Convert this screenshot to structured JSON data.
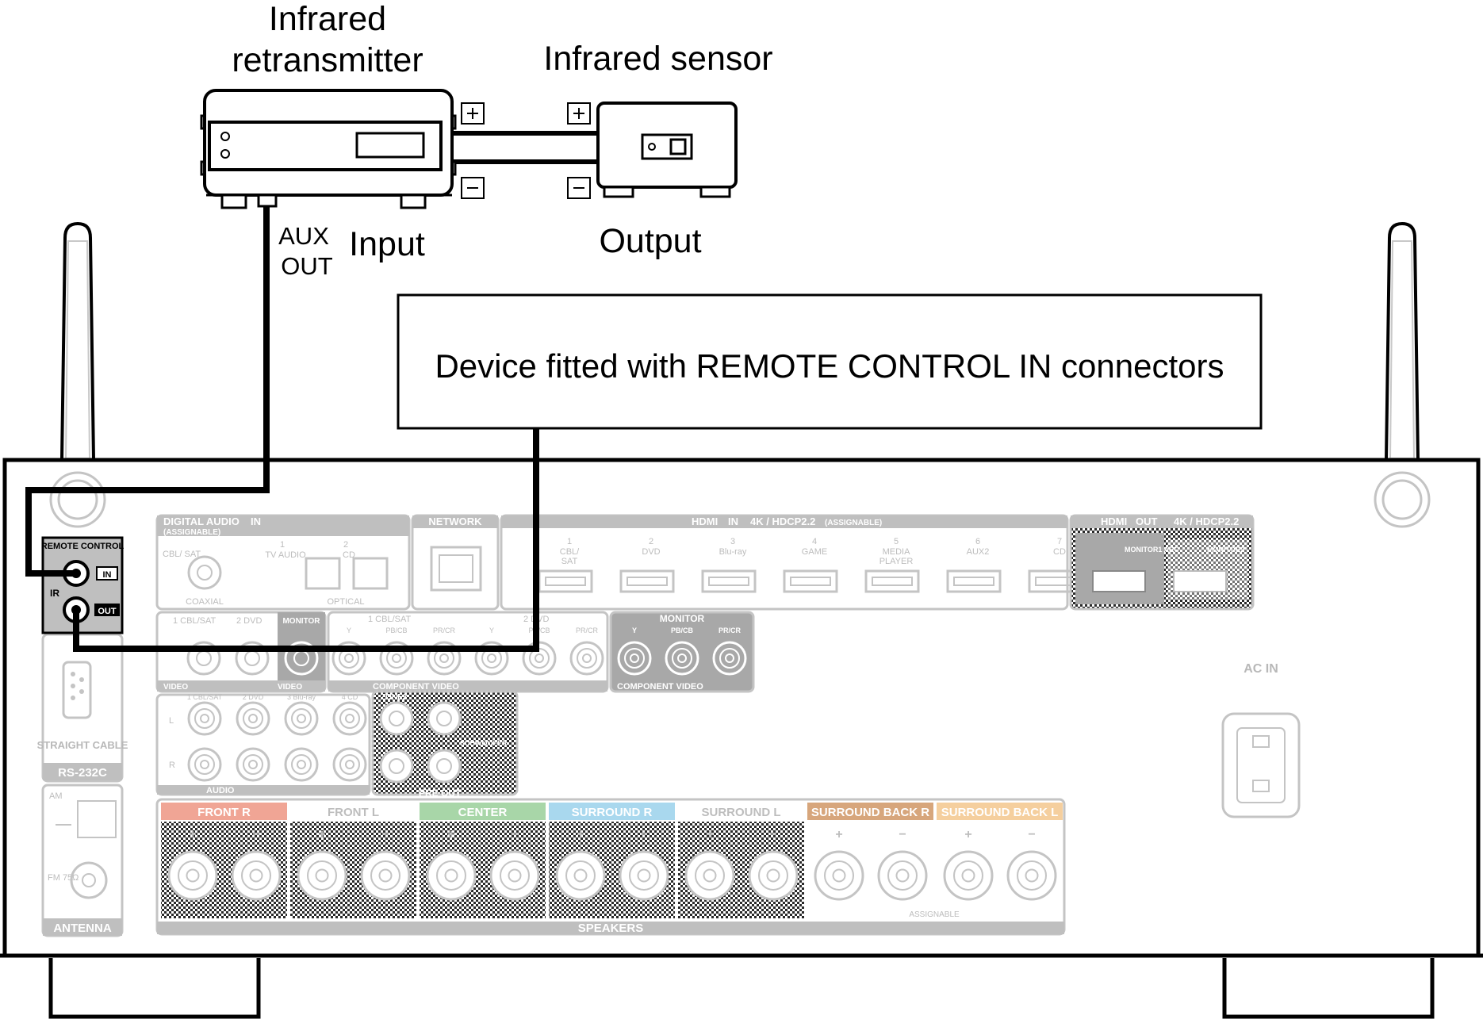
{
  "labels": {
    "retransmitter_line1": "Infrared",
    "retransmitter_line2": "retransmitter",
    "sensor": "Infrared sensor",
    "aux_out_line1": "AUX",
    "aux_out_line2": "OUT",
    "input": "Input",
    "output": "Output",
    "device_box": "Device fitted with REMOTE CONTROL IN connectors"
  },
  "receiver": {
    "remote_control": "REMOTE CONTROL",
    "ir": "IR",
    "in": "IN",
    "out": "OUT",
    "digital_audio": "DIGITAL AUDIO",
    "digital_audio_in": "IN",
    "assignable": "(ASSIGNABLE)",
    "cbl_sat": "CBL/ SAT",
    "tv_audio_num": "1",
    "tv_audio": "TV AUDIO",
    "cd_num": "2",
    "cd": "CD",
    "coaxial": "COAXIAL",
    "optical": "OPTICAL",
    "network": "NETWORK",
    "hdmi_in_title": "HDMI",
    "hdmi_in_badge": "IN",
    "hdmi_in_spec": "4K / HDCP2.2",
    "hdmi_inputs": [
      {
        "num": "1",
        "name": "CBL/ SAT"
      },
      {
        "num": "2",
        "name": "DVD"
      },
      {
        "num": "3",
        "name": "Blu-ray"
      },
      {
        "num": "4",
        "name": "GAME"
      },
      {
        "num": "5",
        "name": "MEDIA PLAYER"
      },
      {
        "num": "6",
        "name": "AUX2"
      },
      {
        "num": "7",
        "name": "CD"
      }
    ],
    "hdmi_out_title": "HDMI",
    "hdmi_out_badge": "OUT",
    "hdmi_out_spec": "4K / HDCP2.2",
    "monitor1": "MONITOR1 ARC",
    "monitor2": "MONITOR2",
    "video_1": "1 CBL/SAT",
    "video_2": "2 DVD",
    "video_monitor": "MONITOR",
    "video_in_label": "VIDEO",
    "video_out_label": "VIDEO",
    "comp_1": "1 CBL/SAT",
    "comp_2": "2 DVD",
    "comp_y": "Y",
    "comp_pb": "PB/CB",
    "comp_pr": "PR/CR",
    "comp_video_in": "COMPONENT VIDEO",
    "comp_monitor": "MONITOR",
    "comp_video_out": "COMPONENT VIDEO",
    "rs232c_note": "STRAIGHT CABLE",
    "rs232c": "RS-232C",
    "audio_inputs": [
      "1 CBL/SAT",
      "2 DVD",
      "3 Blu-ray",
      "4 CD"
    ],
    "audio_l": "L",
    "audio_r": "R",
    "audio_label": "AUDIO",
    "zone2": "ZONE2",
    "subwoofer": "SUBWOOFER",
    "pre_out": "PRE OUT",
    "ac_in": "AC IN",
    "am": "AM",
    "fm": "FM 75Ω",
    "antenna": "ANTENNA",
    "speakers": "SPEAKERS",
    "speaker_assignable": "ASSIGNABLE",
    "speaker_channels": [
      {
        "name": "FRONT",
        "side": "R",
        "color": "#f0a595"
      },
      {
        "name": "FRONT",
        "side": "L",
        "color": "#ffffff"
      },
      {
        "name": "CENTER",
        "side": "",
        "color": "#a8d6a8"
      },
      {
        "name": "SURROUND",
        "side": "R",
        "color": "#a9d8ee"
      },
      {
        "name": "SURROUND",
        "side": "L",
        "color": "#ffffff"
      },
      {
        "name": "SURROUND BACK",
        "side": "R",
        "color": "#d7a67c"
      },
      {
        "name": "SURROUND BACK",
        "side": "L",
        "color": "#f5cf9e"
      }
    ]
  },
  "colors": {
    "wire": "#000000",
    "panel_grey": "#bfbfbf",
    "outline": "#000000"
  }
}
